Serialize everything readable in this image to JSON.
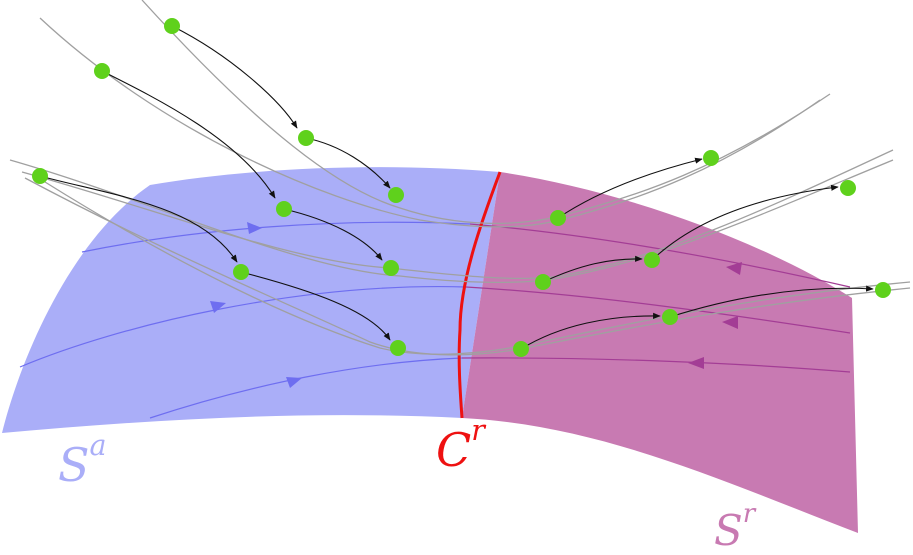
{
  "labels": {
    "attracting_slow_manifold": {
      "base": "S",
      "sup": "a"
    },
    "fold_curve": {
      "base": "C",
      "sup": "r"
    },
    "repelling_slow_manifold": {
      "base": "S",
      "sup": "r"
    }
  },
  "colors": {
    "attracting_region": "#aaaef8",
    "repelling_region": "#c87ab2",
    "attracting_flow": "#6e6ef0",
    "repelling_flow": "#a33d95",
    "fold_curve": "#ee1111",
    "trajectory": "#a0a0a0",
    "jump_arrow": "#111111",
    "marker": "#5fd11c"
  }
}
